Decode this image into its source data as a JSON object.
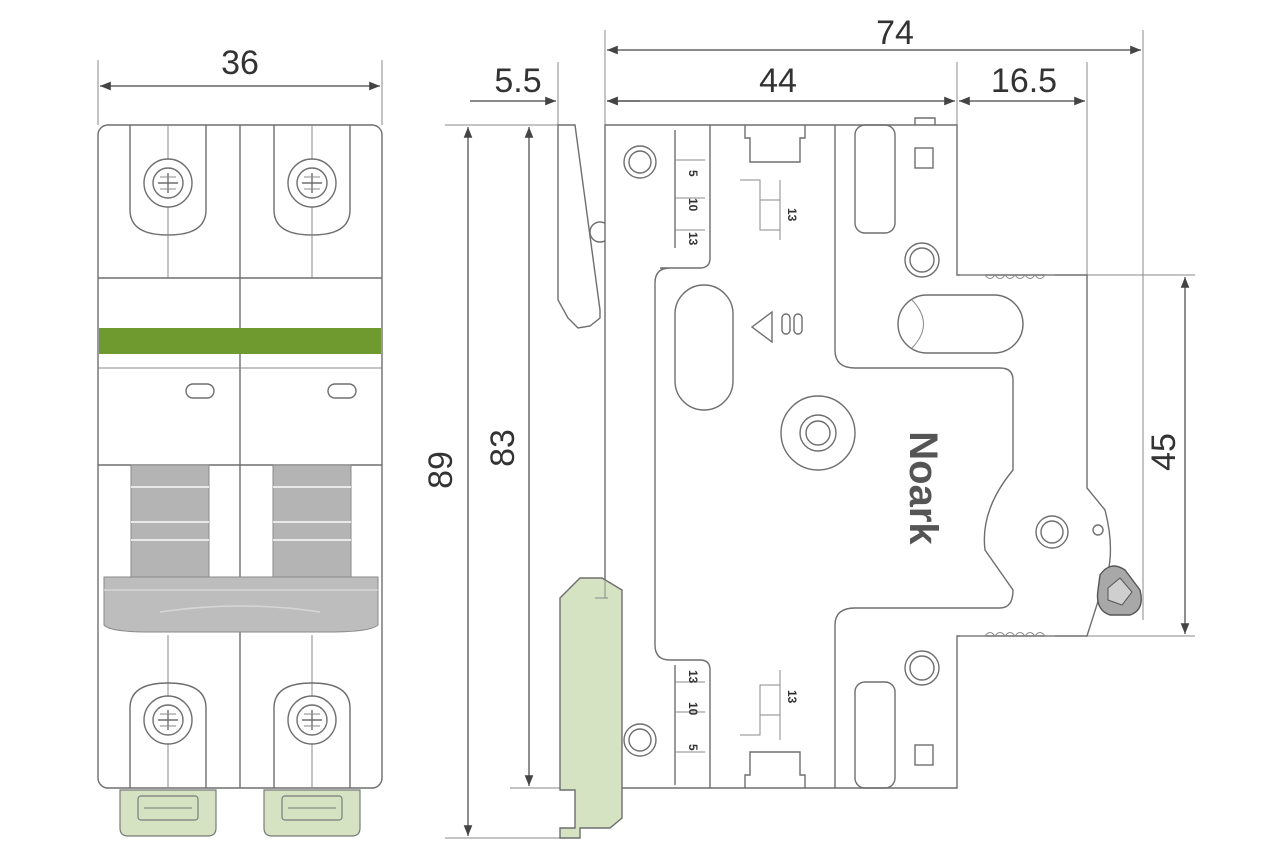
{
  "dimensions": {
    "front_width": "36",
    "total_depth": "74",
    "rail_offset": "5.5",
    "body_depth": "44",
    "front_depth": "16.5",
    "total_height": "89",
    "body_height": "83",
    "front_height": "45"
  },
  "side_scale": {
    "top": [
      "5",
      "10",
      "13"
    ],
    "top_right": "13",
    "bottom": [
      "13",
      "10",
      "5"
    ],
    "bottom_right": "13"
  },
  "brand": "Noark",
  "colors": {
    "label_stripe": "#6f9a2f",
    "handle_grey": "#b4b4b4",
    "din_clip": "#d5e3c3",
    "outline": "#6e6e6e"
  }
}
